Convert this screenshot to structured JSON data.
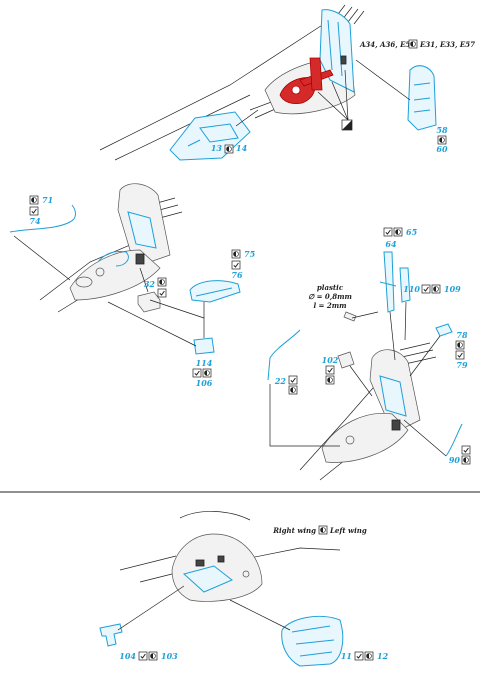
{
  "variants_label": "A34, A36, E58",
  "variants_label_2": "E31, E33, E57",
  "plastic_note": {
    "title": "plastic",
    "diameter": "∅ = 0,8mm",
    "length": "l = 2mm"
  },
  "wing_legend": {
    "right": "Right wing",
    "left": "Left wing"
  },
  "parts": {
    "p13": "13",
    "p14": "14",
    "p58": "58",
    "p60": "60",
    "p71": "71",
    "p74": "74",
    "p32": "32",
    "p75": "75",
    "p76": "76",
    "p114": "114",
    "p106": "106",
    "p64": "64",
    "p65": "65",
    "p110": "110",
    "p109": "109",
    "p78": "78",
    "p79": "79",
    "p102": "102",
    "p22": "22",
    "p90": "90",
    "p104": "104",
    "p103": "103",
    "p11": "11",
    "p12": "12"
  },
  "colors": {
    "etch": "#1ea0d8",
    "highlight": "#d42a2a",
    "line": "#222222"
  },
  "icons": {
    "right_wing": "half-circle-icon",
    "left_wing": "check-icon"
  }
}
